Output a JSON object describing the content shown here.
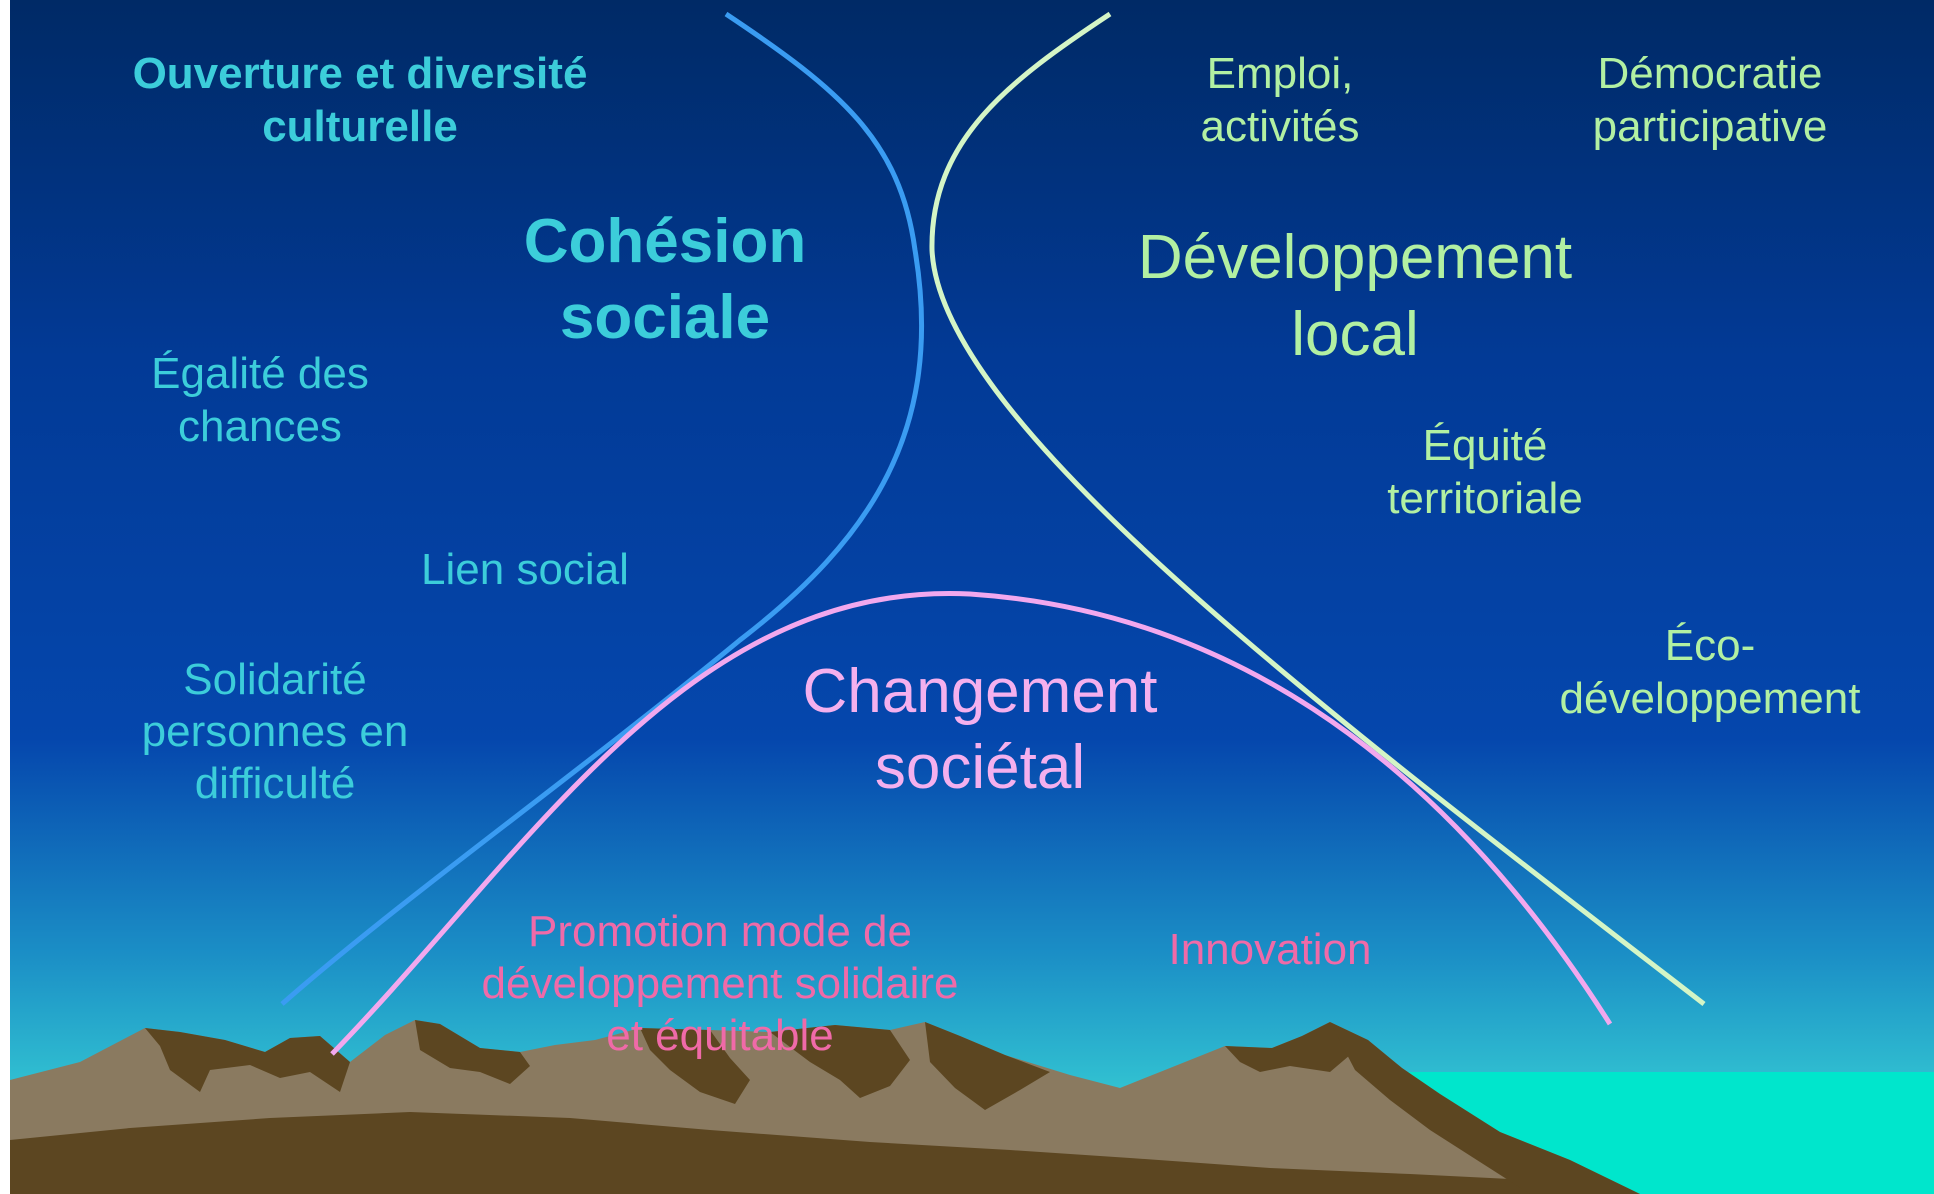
{
  "colors": {
    "cohesion_curve": "#3a9cf2",
    "developpement_curve": "#d4f5c6",
    "changement_curve": "#f2a8ee",
    "cohesion_text": "#3ccdda",
    "developpement_text": "#b2f0a2",
    "changement_text": "#f4b0ee",
    "bottom_text": "#f06aa8",
    "sea": "#00e6cc",
    "mountain_light": "#8a7a60",
    "mountain_dark": "#5c4621"
  },
  "labels": {
    "ouverture": "Ouverture et diversité culturelle",
    "cohesion": "Cohésion sociale",
    "egalite": "Égalité des chances",
    "lien": "Lien social",
    "solidarite": "Solidarité personnes en difficulté",
    "emploi": "Emploi, activités",
    "democratie": "Démocratie participative",
    "developpement": "Développement local",
    "equite": "Équité territoriale",
    "eco": "Éco-développement",
    "changement": "Changement sociétal",
    "promotion": "Promotion mode de développement solidaire et équitable",
    "innovation": "Innovation"
  }
}
